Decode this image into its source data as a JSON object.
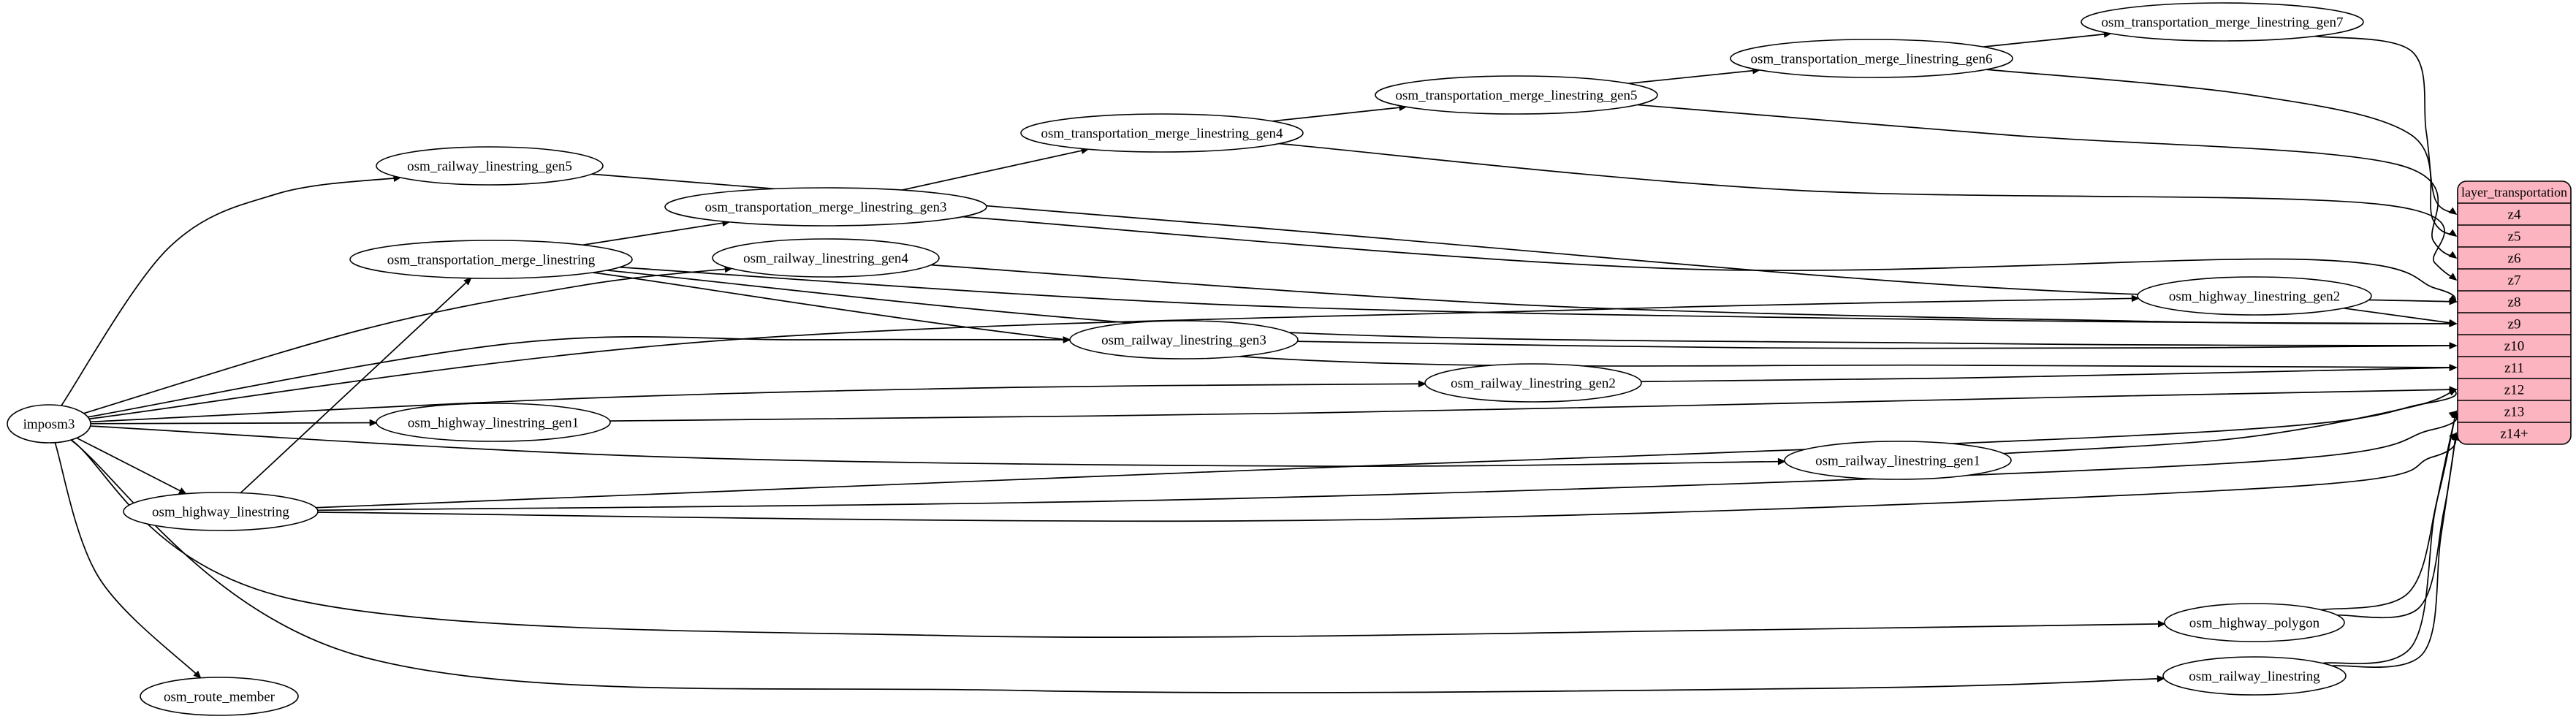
{
  "graph": {
    "colors": {
      "background": "#ffffff",
      "node_fill": "#ffffff",
      "node_stroke": "#000000",
      "edge": "#000000",
      "table_fill": "#fbb4c0",
      "table_stroke": "#000000"
    },
    "nodes": [
      {
        "id": "imposm3",
        "label": "imposm3"
      },
      {
        "id": "osm_railway_linestring_gen5",
        "label": "osm_railway_linestring_gen5"
      },
      {
        "id": "osm_transportation_merge_linestring",
        "label": "osm_transportation_merge_linestring"
      },
      {
        "id": "osm_transportation_merge_linestring_gen3",
        "label": "osm_transportation_merge_linestring_gen3"
      },
      {
        "id": "osm_railway_linestring_gen4",
        "label": "osm_railway_linestring_gen4"
      },
      {
        "id": "osm_transportation_merge_linestring_gen4",
        "label": "osm_transportation_merge_linestring_gen4"
      },
      {
        "id": "osm_transportation_merge_linestring_gen5",
        "label": "osm_transportation_merge_linestring_gen5"
      },
      {
        "id": "osm_transportation_merge_linestring_gen6",
        "label": "osm_transportation_merge_linestring_gen6"
      },
      {
        "id": "osm_transportation_merge_linestring_gen7",
        "label": "osm_transportation_merge_linestring_gen7"
      },
      {
        "id": "osm_highway_linestring_gen2",
        "label": "osm_highway_linestring_gen2"
      },
      {
        "id": "osm_railway_linestring_gen3",
        "label": "osm_railway_linestring_gen3"
      },
      {
        "id": "osm_railway_linestring_gen2",
        "label": "osm_railway_linestring_gen2"
      },
      {
        "id": "osm_highway_linestring_gen1",
        "label": "osm_highway_linestring_gen1"
      },
      {
        "id": "osm_railway_linestring_gen1",
        "label": "osm_railway_linestring_gen1"
      },
      {
        "id": "osm_highway_linestring",
        "label": "osm_highway_linestring"
      },
      {
        "id": "osm_highway_polygon",
        "label": "osm_highway_polygon"
      },
      {
        "id": "osm_railway_linestring",
        "label": "osm_railway_linestring"
      },
      {
        "id": "osm_route_member",
        "label": "osm_route_member"
      }
    ],
    "table": {
      "title": "layer_transportation",
      "rows": [
        "z4",
        "z5",
        "z6",
        "z7",
        "z8",
        "z9",
        "z10",
        "z11",
        "z12",
        "z13",
        "z14+"
      ]
    },
    "edges": [
      {
        "from": "imposm3",
        "to": "osm_railway_linestring_gen5"
      },
      {
        "from": "imposm3",
        "to": "osm_railway_linestring_gen4"
      },
      {
        "from": "imposm3",
        "to": "osm_railway_linestring_gen3"
      },
      {
        "from": "imposm3",
        "to": "osm_railway_linestring_gen2"
      },
      {
        "from": "imposm3",
        "to": "osm_railway_linestring_gen1"
      },
      {
        "from": "imposm3",
        "to": "osm_railway_linestring"
      },
      {
        "from": "imposm3",
        "to": "osm_highway_linestring_gen2"
      },
      {
        "from": "imposm3",
        "to": "osm_highway_linestring_gen1"
      },
      {
        "from": "imposm3",
        "to": "osm_highway_linestring"
      },
      {
        "from": "imposm3",
        "to": "osm_highway_polygon"
      },
      {
        "from": "imposm3",
        "to": "osm_route_member"
      },
      {
        "from": "osm_highway_linestring",
        "to": "osm_transportation_merge_linestring"
      },
      {
        "from": "osm_transportation_merge_linestring",
        "to": "osm_transportation_merge_linestring_gen3"
      },
      {
        "from": "osm_transportation_merge_linestring_gen3",
        "to": "osm_transportation_merge_linestring_gen4"
      },
      {
        "from": "osm_transportation_merge_linestring_gen4",
        "to": "osm_transportation_merge_linestring_gen5"
      },
      {
        "from": "osm_transportation_merge_linestring_gen5",
        "to": "osm_transportation_merge_linestring_gen6"
      },
      {
        "from": "osm_transportation_merge_linestring_gen6",
        "to": "osm_transportation_merge_linestring_gen7"
      },
      {
        "from": "osm_transportation_merge_linestring_gen7",
        "to": "layer_transportation:z4"
      },
      {
        "from": "osm_transportation_merge_linestring_gen6",
        "to": "layer_transportation:z5"
      },
      {
        "from": "osm_transportation_merge_linestring_gen5",
        "to": "layer_transportation:z6"
      },
      {
        "from": "osm_transportation_merge_linestring_gen4",
        "to": "layer_transportation:z7"
      },
      {
        "from": "osm_transportation_merge_linestring_gen3",
        "to": "layer_transportation:z8"
      },
      {
        "from": "osm_railway_linestring_gen5",
        "to": "layer_transportation:z8"
      },
      {
        "from": "osm_transportation_merge_linestring",
        "to": "layer_transportation:z9"
      },
      {
        "from": "osm_railway_linestring_gen4",
        "to": "layer_transportation:z9"
      },
      {
        "from": "osm_highway_linestring_gen2",
        "to": "layer_transportation:z9"
      },
      {
        "from": "osm_transportation_merge_linestring",
        "to": "layer_transportation:z10"
      },
      {
        "from": "osm_railway_linestring_gen3",
        "to": "layer_transportation:z10"
      },
      {
        "from": "osm_transportation_merge_linestring",
        "to": "layer_transportation:z11"
      },
      {
        "from": "osm_railway_linestring_gen2",
        "to": "layer_transportation:z11"
      },
      {
        "from": "osm_highway_linestring_gen1",
        "to": "layer_transportation:z12"
      },
      {
        "from": "osm_railway_linestring_gen1",
        "to": "layer_transportation:z12"
      },
      {
        "from": "osm_highway_linestring",
        "to": "layer_transportation:z12"
      },
      {
        "from": "osm_highway_linestring",
        "to": "layer_transportation:z13"
      },
      {
        "from": "osm_railway_linestring",
        "to": "layer_transportation:z13"
      },
      {
        "from": "osm_highway_polygon",
        "to": "layer_transportation:z13"
      },
      {
        "from": "osm_highway_linestring",
        "to": "layer_transportation:z14+"
      },
      {
        "from": "osm_railway_linestring",
        "to": "layer_transportation:z14+"
      },
      {
        "from": "osm_highway_polygon",
        "to": "layer_transportation:z14+"
      }
    ]
  }
}
